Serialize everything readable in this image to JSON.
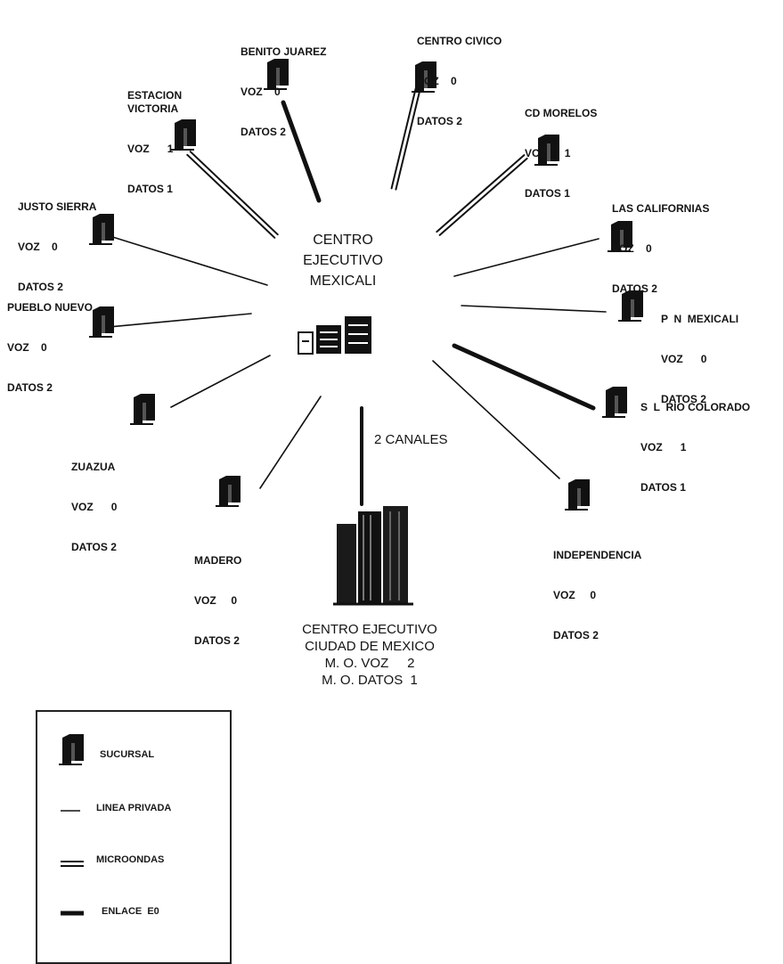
{
  "hub": {
    "title_lines": [
      "CENTRO",
      "EJECUTIVO",
      "MEXICALI"
    ]
  },
  "link_to_cdmx": {
    "label": "2 CANALES"
  },
  "cdmx": {
    "lines": [
      "CENTRO EJECUTIVO",
      "CIUDAD DE MEXICO",
      "M. O. VOZ     2",
      "M. O. DATOS  1"
    ]
  },
  "branches": [
    {
      "name": "BENITO JUAREZ",
      "voz": "0",
      "datos": "2",
      "link": "enlace"
    },
    {
      "name": "CENTRO CIVICO",
      "voz": "0",
      "datos": "2",
      "link": "microondas"
    },
    {
      "name": "ESTACION\nVICTORIA",
      "voz": "1",
      "datos": "1",
      "link": "microondas"
    },
    {
      "name": "CD MORELOS",
      "voz": "1",
      "datos": "1",
      "link": "microondas"
    },
    {
      "name": "JUSTO SIERRA",
      "voz": "0",
      "datos": "2",
      "link": "linea"
    },
    {
      "name": "LAS CALIFORNIAS",
      "voz": "0",
      "datos": "2",
      "link": "linea"
    },
    {
      "name": "PUEBLO NUEVO",
      "voz": "0",
      "datos": "2",
      "link": "linea"
    },
    {
      "name": "P  N  MEXICALI",
      "voz": "0",
      "datos": "2",
      "link": "linea"
    },
    {
      "name": "S  L  RIO COLORADO",
      "voz": "1",
      "datos": "1",
      "link": "enlace"
    },
    {
      "name": "ZUAZUA",
      "voz": "0",
      "datos": "2",
      "link": "linea"
    },
    {
      "name": "MADERO",
      "voz": "0",
      "datos": "2",
      "link": "linea"
    },
    {
      "name": "INDEPENDENCIA",
      "voz": "0",
      "datos": "2",
      "link": "linea"
    }
  ],
  "field_labels": {
    "voz": "VOZ",
    "datos": "DATOS"
  },
  "legend": {
    "items": [
      "SUCURSAL",
      "LINEA PRIVADA",
      "MICROONDAS",
      "ENLACE  E0"
    ]
  }
}
